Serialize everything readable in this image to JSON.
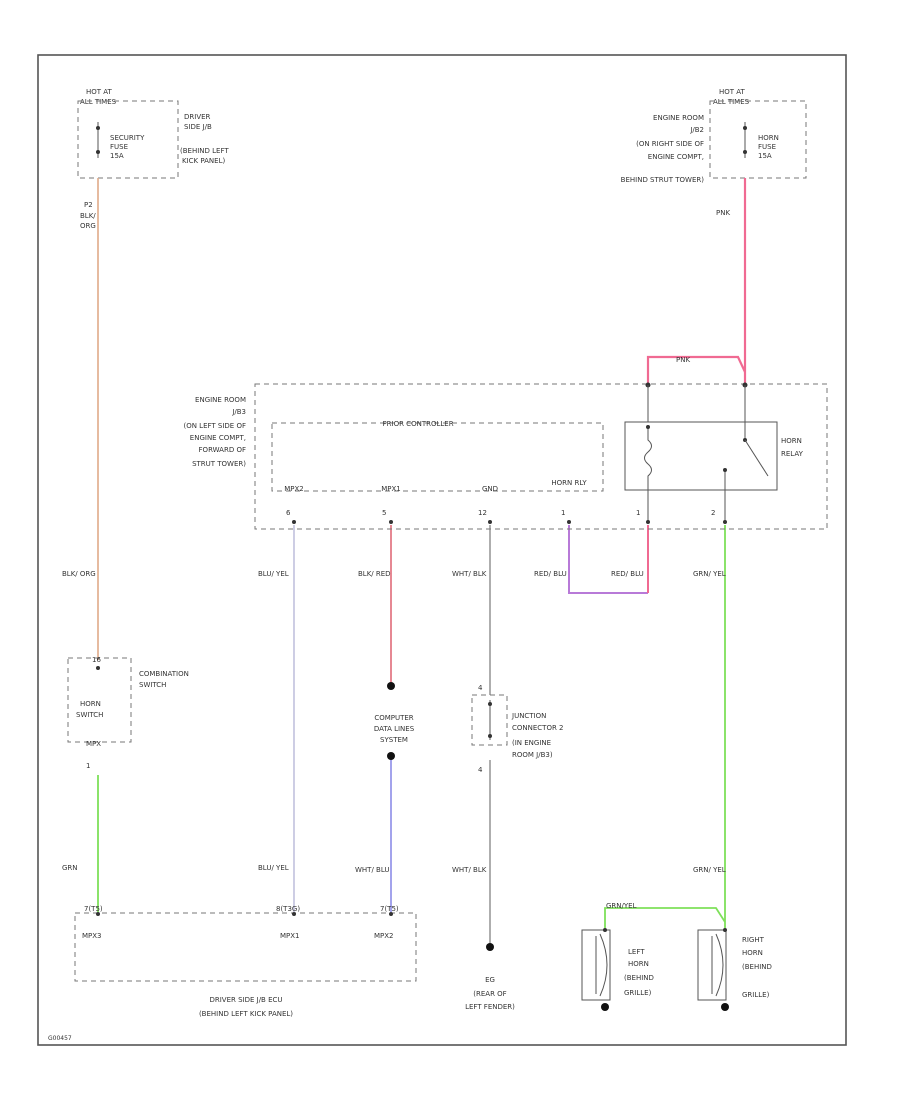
{
  "fuse_left": {
    "hot_label_1": "HOT AT",
    "hot_label_2": "ALL TIMES",
    "fuse_line_1": "SECURITY",
    "fuse_line_2": "FUSE",
    "fuse_line_3": "15A",
    "loc_1": "DRIVER",
    "loc_2": "SIDE J/B",
    "loc_3": "(BEHIND LEFT",
    "loc_4": "KICK PANEL)",
    "pin": "P2",
    "wire_1": "BLK/",
    "wire_2": "ORG"
  },
  "fuse_right": {
    "hot_label_1": "HOT AT",
    "hot_label_2": "ALL TIMES",
    "fuse_line_1": "HORN",
    "fuse_line_2": "FUSE",
    "fuse_line_3": "15A",
    "loc_1": "ENGINE ROOM",
    "loc_2": "J/B2",
    "loc_3": "(ON RIGHT SIDE OF",
    "loc_4": "ENGINE COMPT,",
    "loc_5": "BEHIND STRUT TOWER)",
    "wire": "PNK",
    "jumper_wire": "PNK"
  },
  "engine_room_jb": {
    "loc_1": "ENGINE ROOM",
    "loc_2": "J/B3",
    "loc_3": "(ON LEFT SIDE OF",
    "loc_4": "ENGINE COMPT,",
    "loc_5": "FORWARD OF",
    "loc_6": "STRUT TOWER)"
  },
  "horn_relay": {
    "label_1": "HORN",
    "label_2": "RELAY"
  },
  "prior_controller": {
    "title": "PRIOR CONTROLLER",
    "terminals": [
      {
        "name": "MPX2",
        "pin": "6"
      },
      {
        "name": "MPX1",
        "pin": "5"
      },
      {
        "name": "GND",
        "pin": "12"
      },
      {
        "name": "HORN RLY",
        "pin": "1"
      }
    ]
  },
  "relay_pins": {
    "pin_coil": "1",
    "pin_out": "2"
  },
  "wires": {
    "w1": "BLK/ ORG",
    "w2": "BLU/ YEL",
    "w3": "BLK/ RED",
    "w4": "WHT/ BLK",
    "w5": "RED/ BLU",
    "w6": "RED/ BLU",
    "w7": "GRN/ YEL"
  },
  "combination_switch": {
    "pin_top": "16",
    "inner_1": "HORN",
    "inner_2": "SWITCH",
    "term": "MPX",
    "pin_bottom": "1",
    "label_1": "COMBINATION",
    "label_2": "SWITCH",
    "wire_below": "GRN"
  },
  "computer_data_lines": {
    "line_1": "COMPUTER",
    "line_2": "DATA LINES",
    "line_3": "SYSTEM",
    "wire_below": "WHT/ BLU"
  },
  "junction_connector": {
    "pin_top": "4",
    "pin_bottom": "4",
    "line_1": "JUNCTION",
    "line_2": "CONNECTOR 2",
    "line_3": "(IN ENGINE",
    "line_4": "ROOM J/B3)",
    "wire_below": "WHT/ BLK"
  },
  "ground": {
    "line_1": "EG",
    "line_2": "(REAR OF",
    "line_3": "LEFT FENDER)"
  },
  "driver_jb_ecu": {
    "pin_1": "7(T5)",
    "pin_2": "8(T3G)",
    "pin_3": "7(T5)",
    "term_1": "MPX3",
    "term_2": "MPX1",
    "term_3": "MPX2",
    "label_1": "DRIVER SIDE J/B ECU",
    "label_2": "(BEHIND LEFT KICK PANEL)",
    "wire_mpx1": "BLU/ YEL"
  },
  "horns": {
    "link_wire": "GRN/YEL",
    "right_wire": "GRN/ YEL",
    "left_1": "LEFT",
    "left_2": "HORN",
    "left_3": "(BEHIND",
    "left_4": "GRILLE)",
    "right_1": "RIGHT",
    "right_2": "HORN",
    "right_3": "(BEHIND",
    "right_4": "GRILLE)"
  },
  "figure_id": "G00457",
  "colors": {
    "wire_orange": "#e0aa88",
    "wire_pink": "#f06a92",
    "wire_green": "#7ee05a",
    "wire_red": "#e06a78",
    "wire_blue": "#8c8ce8",
    "wire_purple": "#b87ad8",
    "wire_gray": "#8c8c8c"
  }
}
